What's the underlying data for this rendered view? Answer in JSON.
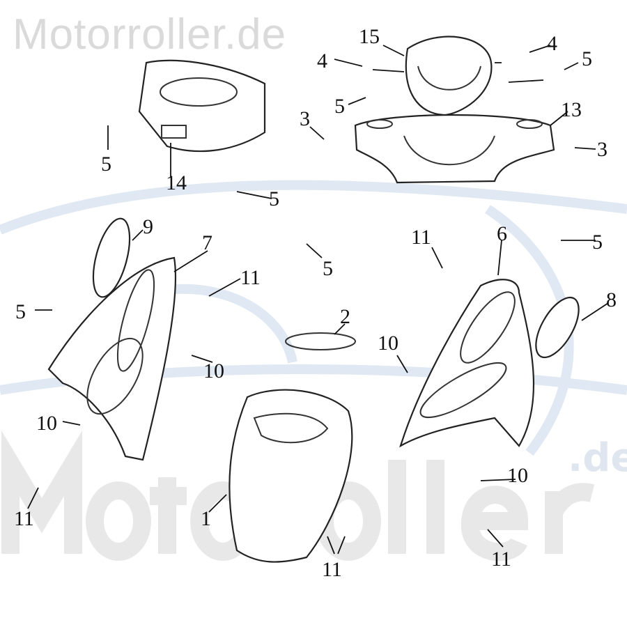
{
  "watermarks": {
    "top": "Motorroller.de",
    "bottom": "Motorroller",
    "bottom_suffix": ".de"
  },
  "colors": {
    "lines": "#222222",
    "watermark_gray": "#dadada",
    "watermark_blue": "#dfe8f3"
  },
  "labels": [
    "15",
    "4",
    "4",
    "5",
    "5",
    "3",
    "13",
    "3",
    "5",
    "14",
    "5",
    "9",
    "7",
    "5",
    "11",
    "11",
    "6",
    "5",
    "8",
    "5",
    "2",
    "10",
    "10",
    "10",
    "1",
    "11",
    "11",
    "10",
    "11"
  ]
}
